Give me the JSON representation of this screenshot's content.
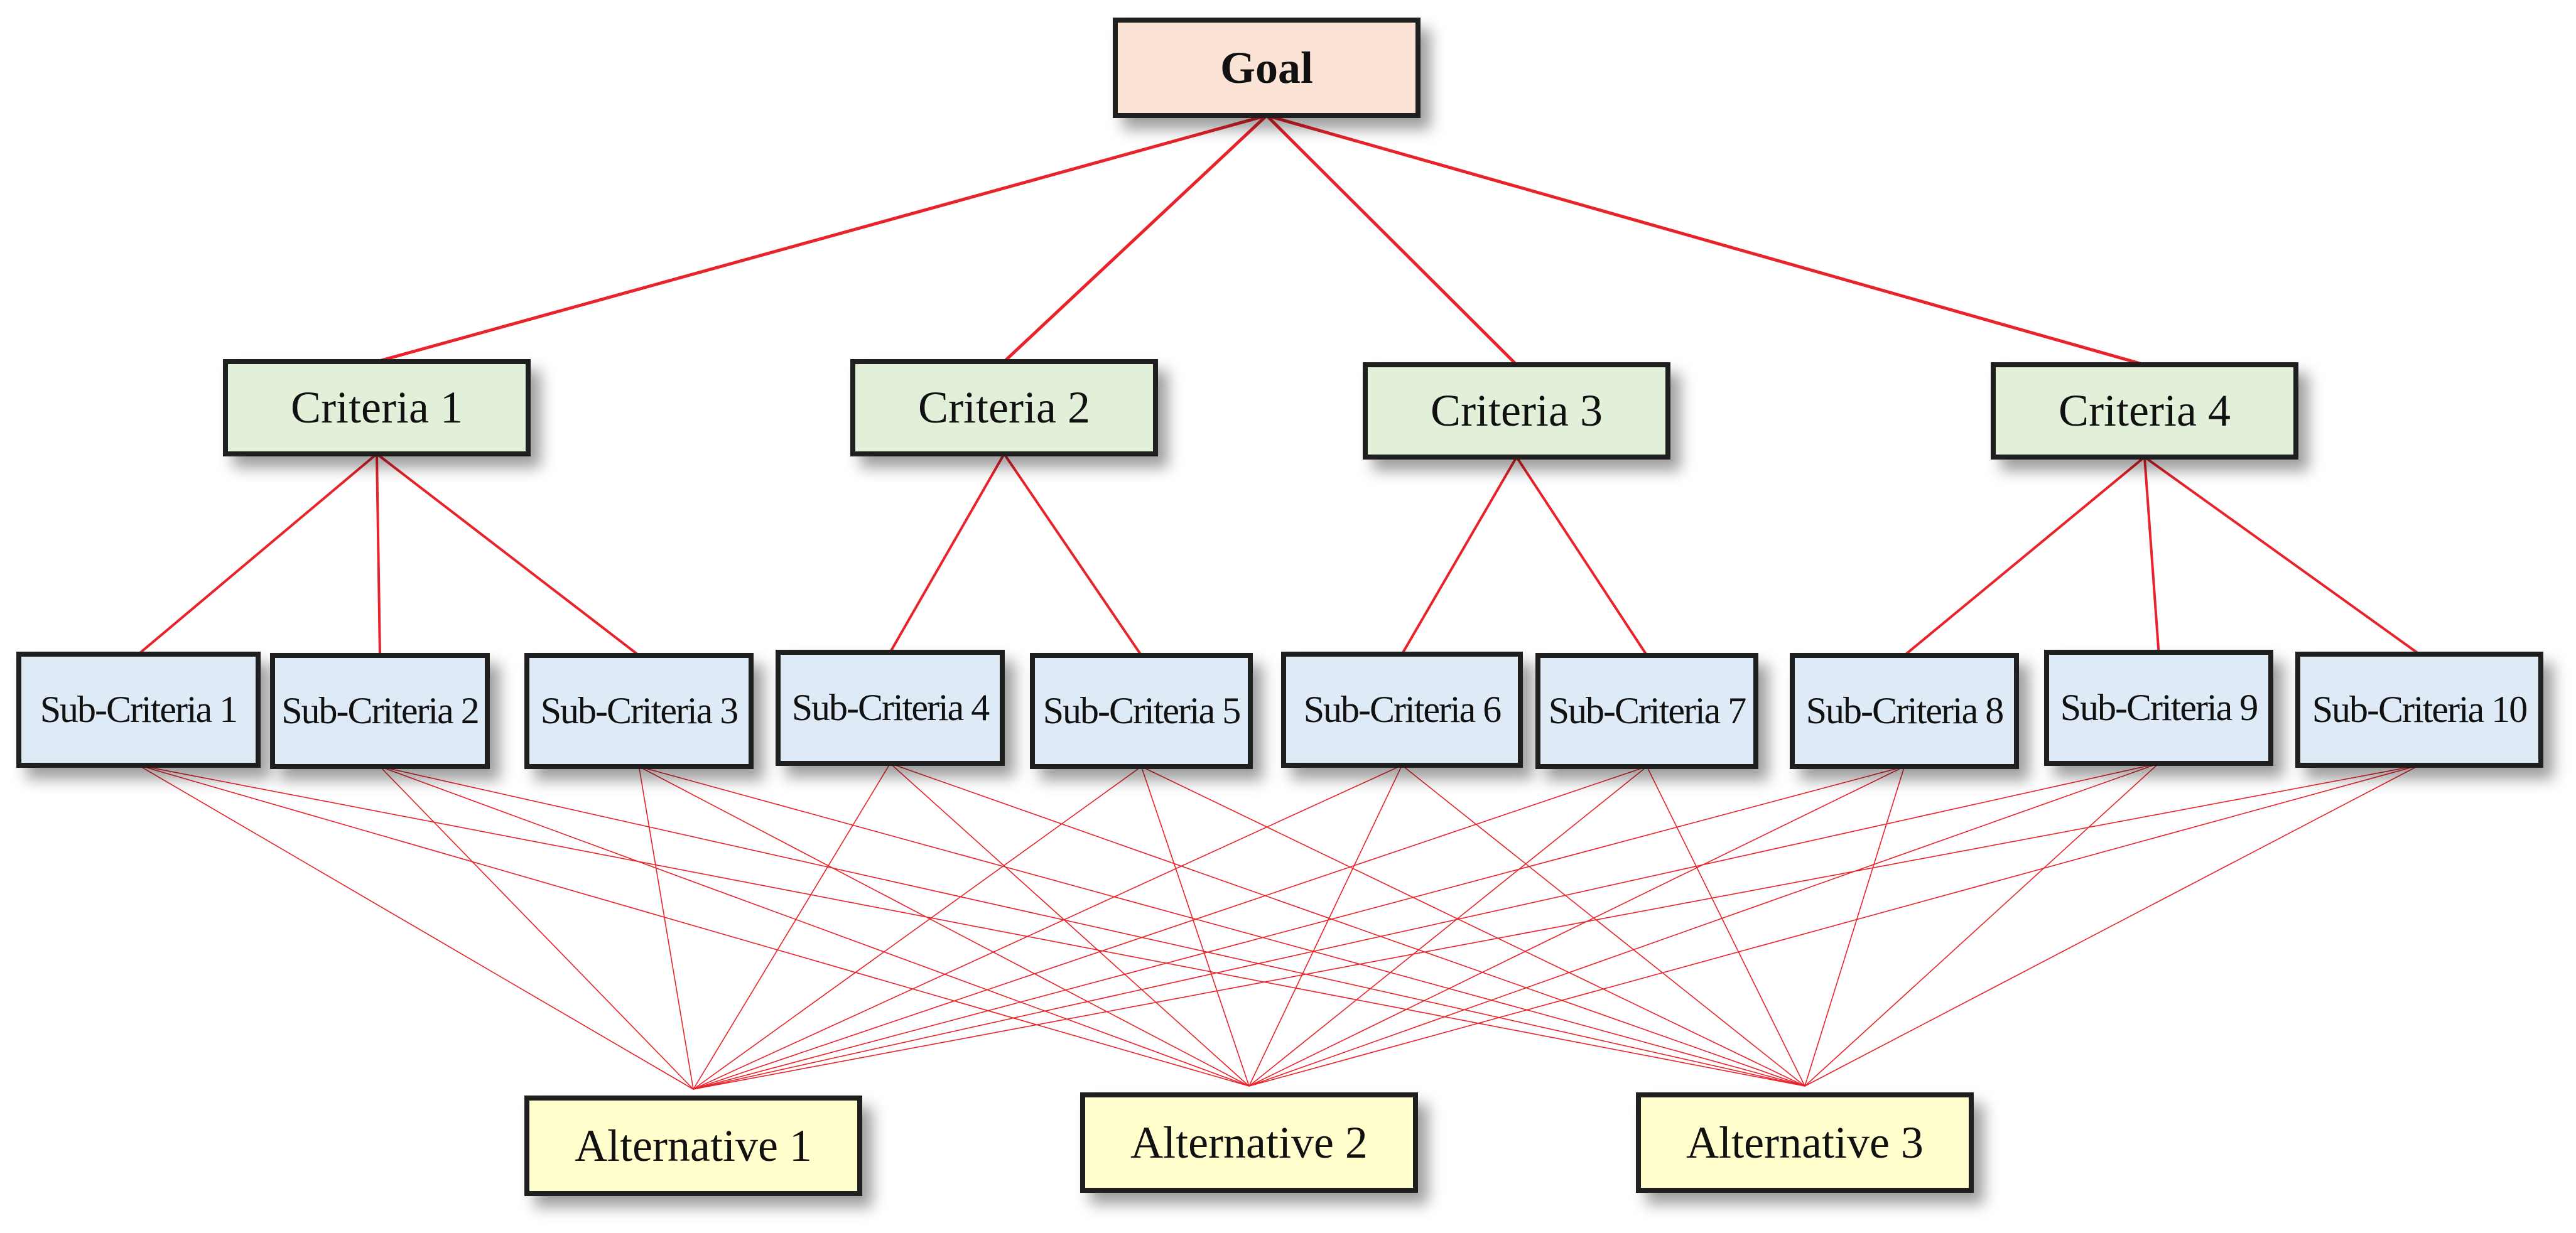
{
  "goal": {
    "label": "Goal"
  },
  "criteria": [
    {
      "label": "Criteria 1"
    },
    {
      "label": "Criteria 2"
    },
    {
      "label": "Criteria 3"
    },
    {
      "label": "Criteria 4"
    }
  ],
  "sub_criteria": [
    {
      "label": "Sub-Criteria 1",
      "parent": 0
    },
    {
      "label": "Sub-Criteria 2",
      "parent": 0
    },
    {
      "label": "Sub-Criteria 3",
      "parent": 0
    },
    {
      "label": "Sub-Criteria 4",
      "parent": 1
    },
    {
      "label": "Sub-Criteria 5",
      "parent": 1
    },
    {
      "label": "Sub-Criteria 6",
      "parent": 2
    },
    {
      "label": "Sub-Criteria 7",
      "parent": 2
    },
    {
      "label": "Sub-Criteria 8",
      "parent": 3
    },
    {
      "label": "Sub-Criteria 9",
      "parent": 3
    },
    {
      "label": "Sub-Criteria 10",
      "parent": 3
    }
  ],
  "alternatives": [
    {
      "label": "Alternative 1"
    },
    {
      "label": "Alternative 2"
    },
    {
      "label": "Alternative 3"
    }
  ],
  "colors": {
    "edge": "#e8232a",
    "border": "#1f1f1f",
    "goal_fill": "#fbe3d6",
    "criteria_fill": "#e2efd9",
    "sub_criteria_fill": "#deebf7",
    "alternative_fill": "#fffecc"
  }
}
